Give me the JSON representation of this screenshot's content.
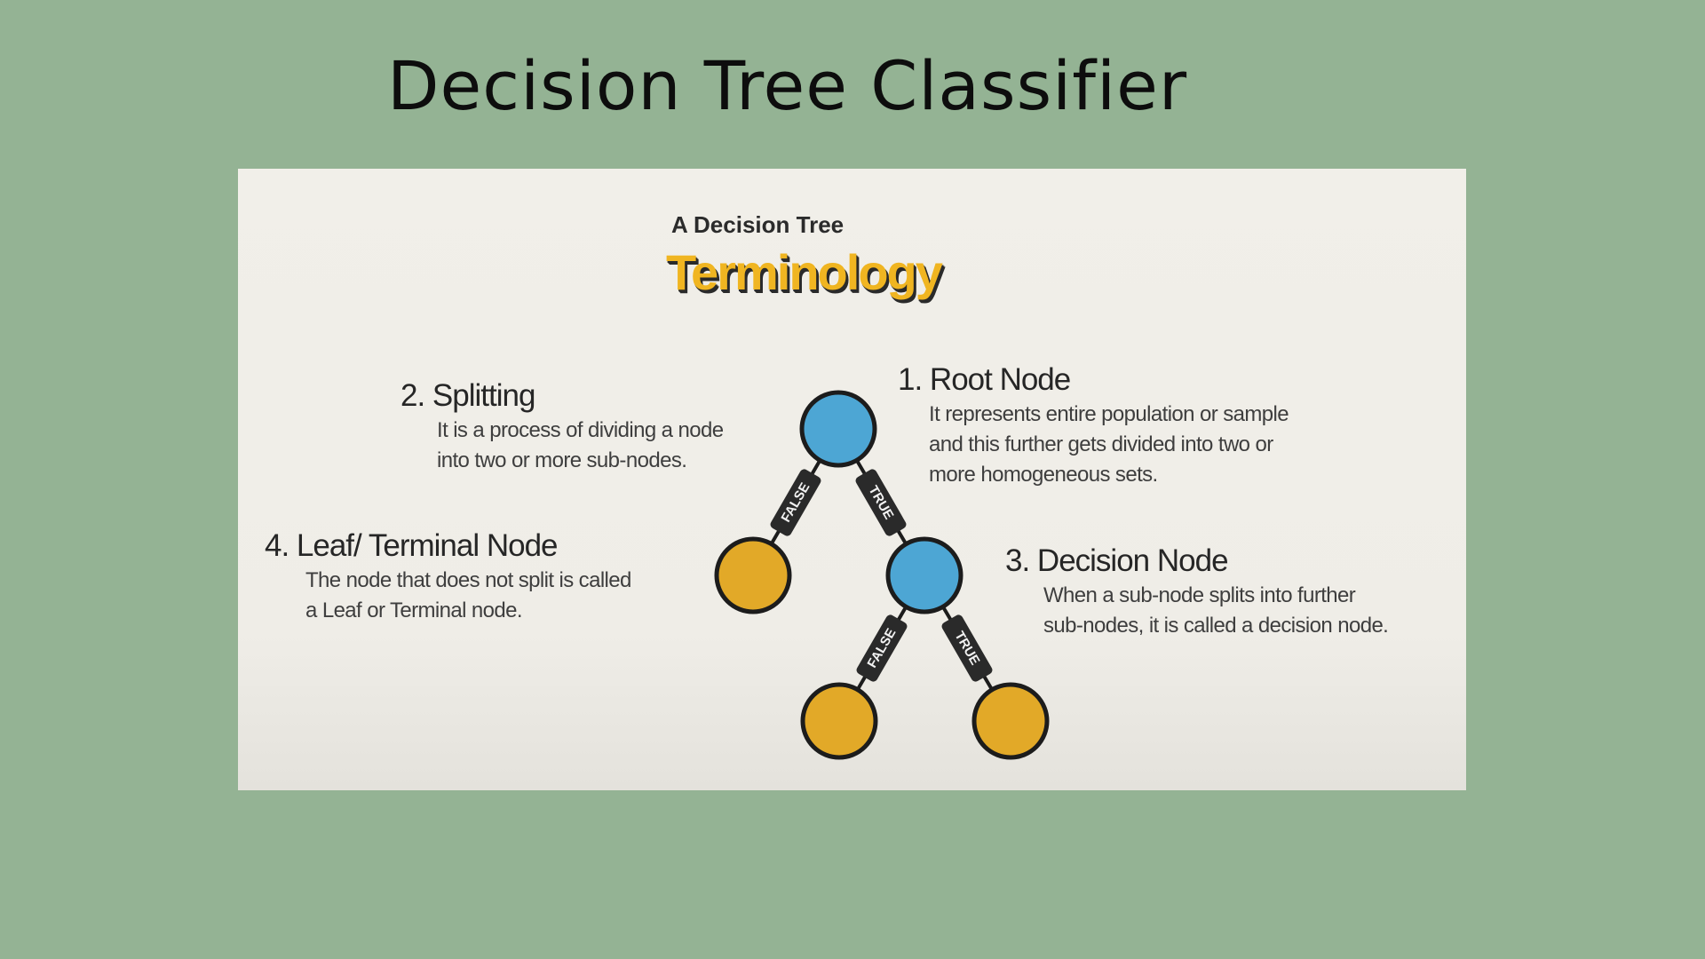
{
  "slide": {
    "title": "Decision Tree Classifier",
    "background_color": "#94b394"
  },
  "panel": {
    "pretitle": "A Decision Tree",
    "title": "Terminology",
    "title_color": "#f0b521"
  },
  "terms": {
    "root": {
      "heading": "1. Root Node",
      "lines": [
        "It represents entire population or sample",
        "and this further gets divided into two or",
        "more homogeneous sets."
      ]
    },
    "splitting": {
      "heading": "2. Splitting",
      "lines": [
        "It is a process of dividing a node",
        "into two or more sub-nodes."
      ]
    },
    "decision": {
      "heading": "3. Decision Node",
      "lines": [
        "When a sub-node splits into further",
        "sub-nodes, it is called a decision node."
      ]
    },
    "leaf": {
      "heading": "4. Leaf/ Terminal Node",
      "lines": [
        "The node that does not split is called",
        "a Leaf or Terminal node."
      ]
    }
  },
  "tree": {
    "edge_labels": {
      "false": "FALSE",
      "true": "TRUE"
    },
    "colors": {
      "decision_node": "#4da6d4",
      "leaf_node": "#e2a928",
      "outline": "#1c1c1c"
    }
  }
}
